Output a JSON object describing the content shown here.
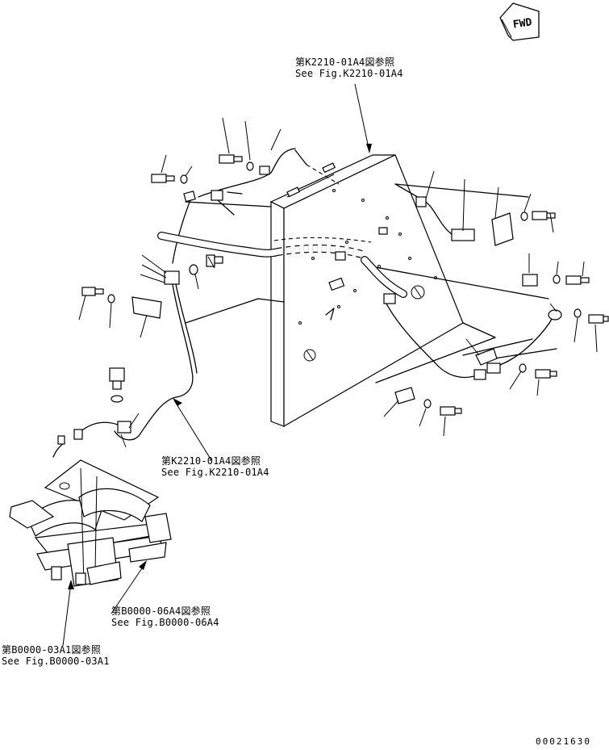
{
  "orientation": {
    "fwd_label": "FWD"
  },
  "references": [
    {
      "line1": "第K2210-01A4図参照",
      "line2": "See Fig.K2210-01A4"
    },
    {
      "line1": "第K2210-01A4図参照",
      "line2": "See Fig.K2210-01A4"
    },
    {
      "line1": "第B0000-06A4図参照",
      "line2": "See Fig.B0000-06A4"
    },
    {
      "line1": "第B0000-03A1図参照",
      "line2": "See Fig.B0000-03A1"
    }
  ],
  "drawing_code": "00021630"
}
